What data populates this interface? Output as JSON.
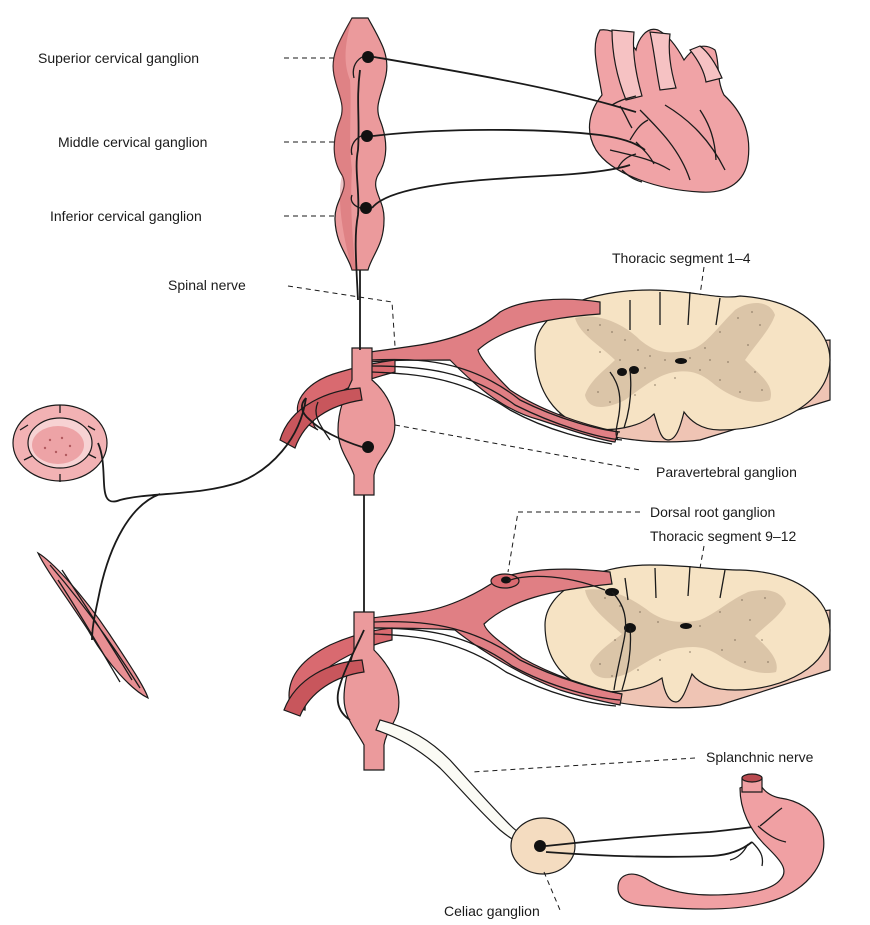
{
  "labels": {
    "superior_cervical": "Superior cervical ganglion",
    "middle_cervical": "Middle cervical ganglion",
    "inferior_cervical": "Inferior cervical ganglion",
    "spinal_nerve": "Spinal nerve",
    "thoracic_upper": "Thoracic segment 1–4",
    "paravertebral": "Paravertebral ganglion",
    "dorsal_root": "Dorsal root ganglion",
    "thoracic_lower": "Thoracic segment 9–12",
    "splanchnic": "Splanchnic nerve",
    "celiac": "Celiac ganglion"
  },
  "colors": {
    "tissue": "#e88f93",
    "tissue_dark": "#c8565c",
    "spinal_cord": "#f6e3c4",
    "grey_matter": "#d9c3a7",
    "heart": "#f0a3a6",
    "stomach": "#f0a0a3",
    "celiac": "#f4dcc0"
  }
}
